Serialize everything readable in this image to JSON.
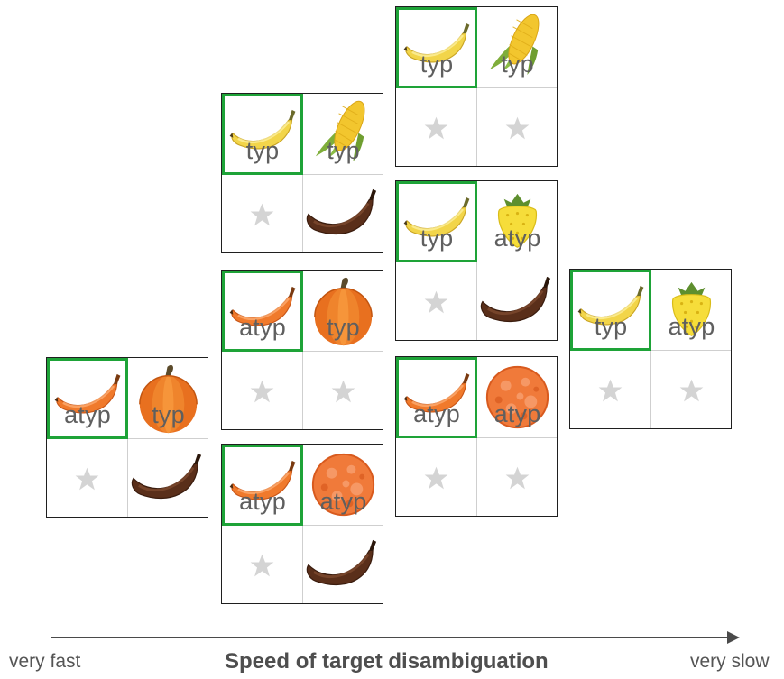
{
  "axis": {
    "left_label": "very fast",
    "right_label": "very slow",
    "title": "Speed of target disambiguation"
  },
  "colors": {
    "target_frame": "#1ea338",
    "star": "#d4d4d4",
    "label": "#5f5f5f"
  },
  "grids": [
    {
      "id": "g1",
      "cells": [
        {
          "item": "orange-banana-icon",
          "label": "atyp",
          "target": true
        },
        {
          "item": "pumpkin-icon",
          "label": "typ"
        },
        {
          "item": "star-icon",
          "label": ""
        },
        {
          "item": "brown-banana-icon",
          "label": ""
        }
      ]
    },
    {
      "id": "g2",
      "cells": [
        {
          "item": "yellow-banana-icon",
          "label": "typ",
          "target": true
        },
        {
          "item": "corn-icon",
          "label": "typ"
        },
        {
          "item": "star-icon",
          "label": ""
        },
        {
          "item": "brown-banana-icon",
          "label": ""
        }
      ]
    },
    {
      "id": "g3",
      "cells": [
        {
          "item": "orange-banana-icon",
          "label": "atyp",
          "target": true
        },
        {
          "item": "pumpkin-icon",
          "label": "typ"
        },
        {
          "item": "star-icon",
          "label": ""
        },
        {
          "item": "star-icon",
          "label": ""
        }
      ]
    },
    {
      "id": "g4",
      "cells": [
        {
          "item": "orange-banana-icon",
          "label": "atyp",
          "target": true
        },
        {
          "item": "orange-ball-icon",
          "label": "atyp"
        },
        {
          "item": "star-icon",
          "label": ""
        },
        {
          "item": "brown-banana-icon",
          "label": ""
        }
      ]
    },
    {
      "id": "g5",
      "cells": [
        {
          "item": "yellow-banana-icon",
          "label": "typ",
          "target": true
        },
        {
          "item": "corn-icon",
          "label": "typ"
        },
        {
          "item": "star-icon",
          "label": ""
        },
        {
          "item": "star-icon",
          "label": ""
        }
      ]
    },
    {
      "id": "g6",
      "cells": [
        {
          "item": "yellow-banana-icon",
          "label": "typ",
          "target": true
        },
        {
          "item": "yellow-strawberry-icon",
          "label": "atyp"
        },
        {
          "item": "star-icon",
          "label": ""
        },
        {
          "item": "brown-banana-icon",
          "label": ""
        }
      ]
    },
    {
      "id": "g7",
      "cells": [
        {
          "item": "orange-banana-icon",
          "label": "atyp",
          "target": true
        },
        {
          "item": "orange-ball-icon",
          "label": "atyp"
        },
        {
          "item": "star-icon",
          "label": ""
        },
        {
          "item": "star-icon",
          "label": ""
        }
      ]
    },
    {
      "id": "g8",
      "cells": [
        {
          "item": "yellow-banana-icon",
          "label": "typ",
          "target": true
        },
        {
          "item": "yellow-strawberry-icon",
          "label": "atyp"
        },
        {
          "item": "star-icon",
          "label": ""
        },
        {
          "item": "star-icon",
          "label": ""
        }
      ]
    }
  ]
}
